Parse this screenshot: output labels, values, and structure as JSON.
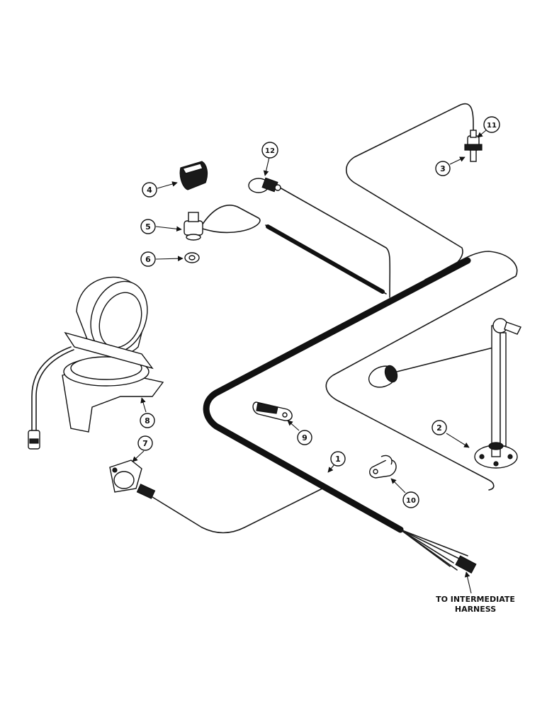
{
  "callouts": [
    {
      "id": "c1",
      "label": "1"
    },
    {
      "id": "c2",
      "label": "2"
    },
    {
      "id": "c3",
      "label": "3"
    },
    {
      "id": "c4",
      "label": "4"
    },
    {
      "id": "c5",
      "label": "5"
    },
    {
      "id": "c6",
      "label": "6"
    },
    {
      "id": "c7",
      "label": "7"
    },
    {
      "id": "c8",
      "label": "8"
    },
    {
      "id": "c9",
      "label": "9"
    },
    {
      "id": "c10",
      "label": "10"
    },
    {
      "id": "c11",
      "label": "11"
    },
    {
      "id": "c12",
      "label": "12"
    }
  ],
  "note": {
    "line1": "TO INTERMEDIATE",
    "line2": "HARNESS"
  }
}
